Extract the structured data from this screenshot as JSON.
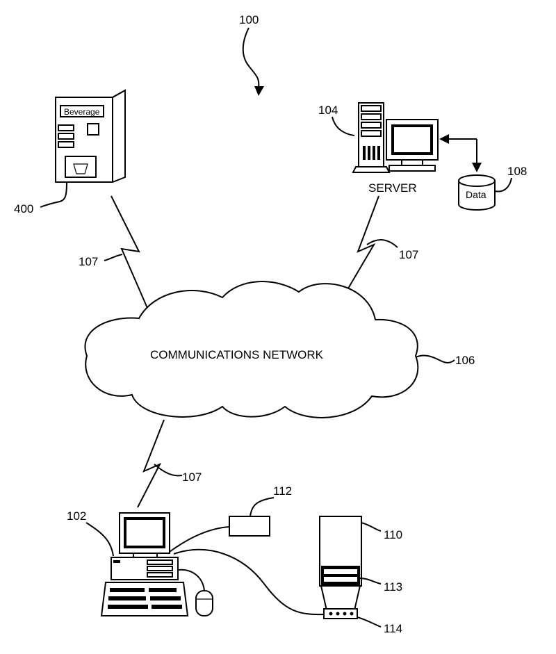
{
  "labels": {
    "system": "100",
    "vending_machine": "400",
    "vending_sign": "Beverage",
    "server_ref": "104",
    "server_caption": "SERVER",
    "database_ref": "108",
    "database_label": "Data",
    "network_ref": "106",
    "network_label": "COMMUNICATIONS NETWORK",
    "link_left": "107",
    "link_right": "107",
    "link_bottom": "107",
    "client_ref": "102",
    "peripheral_ref": "112",
    "tower_ref": "110",
    "tower_panel_ref": "113",
    "connector_ref": "114"
  }
}
